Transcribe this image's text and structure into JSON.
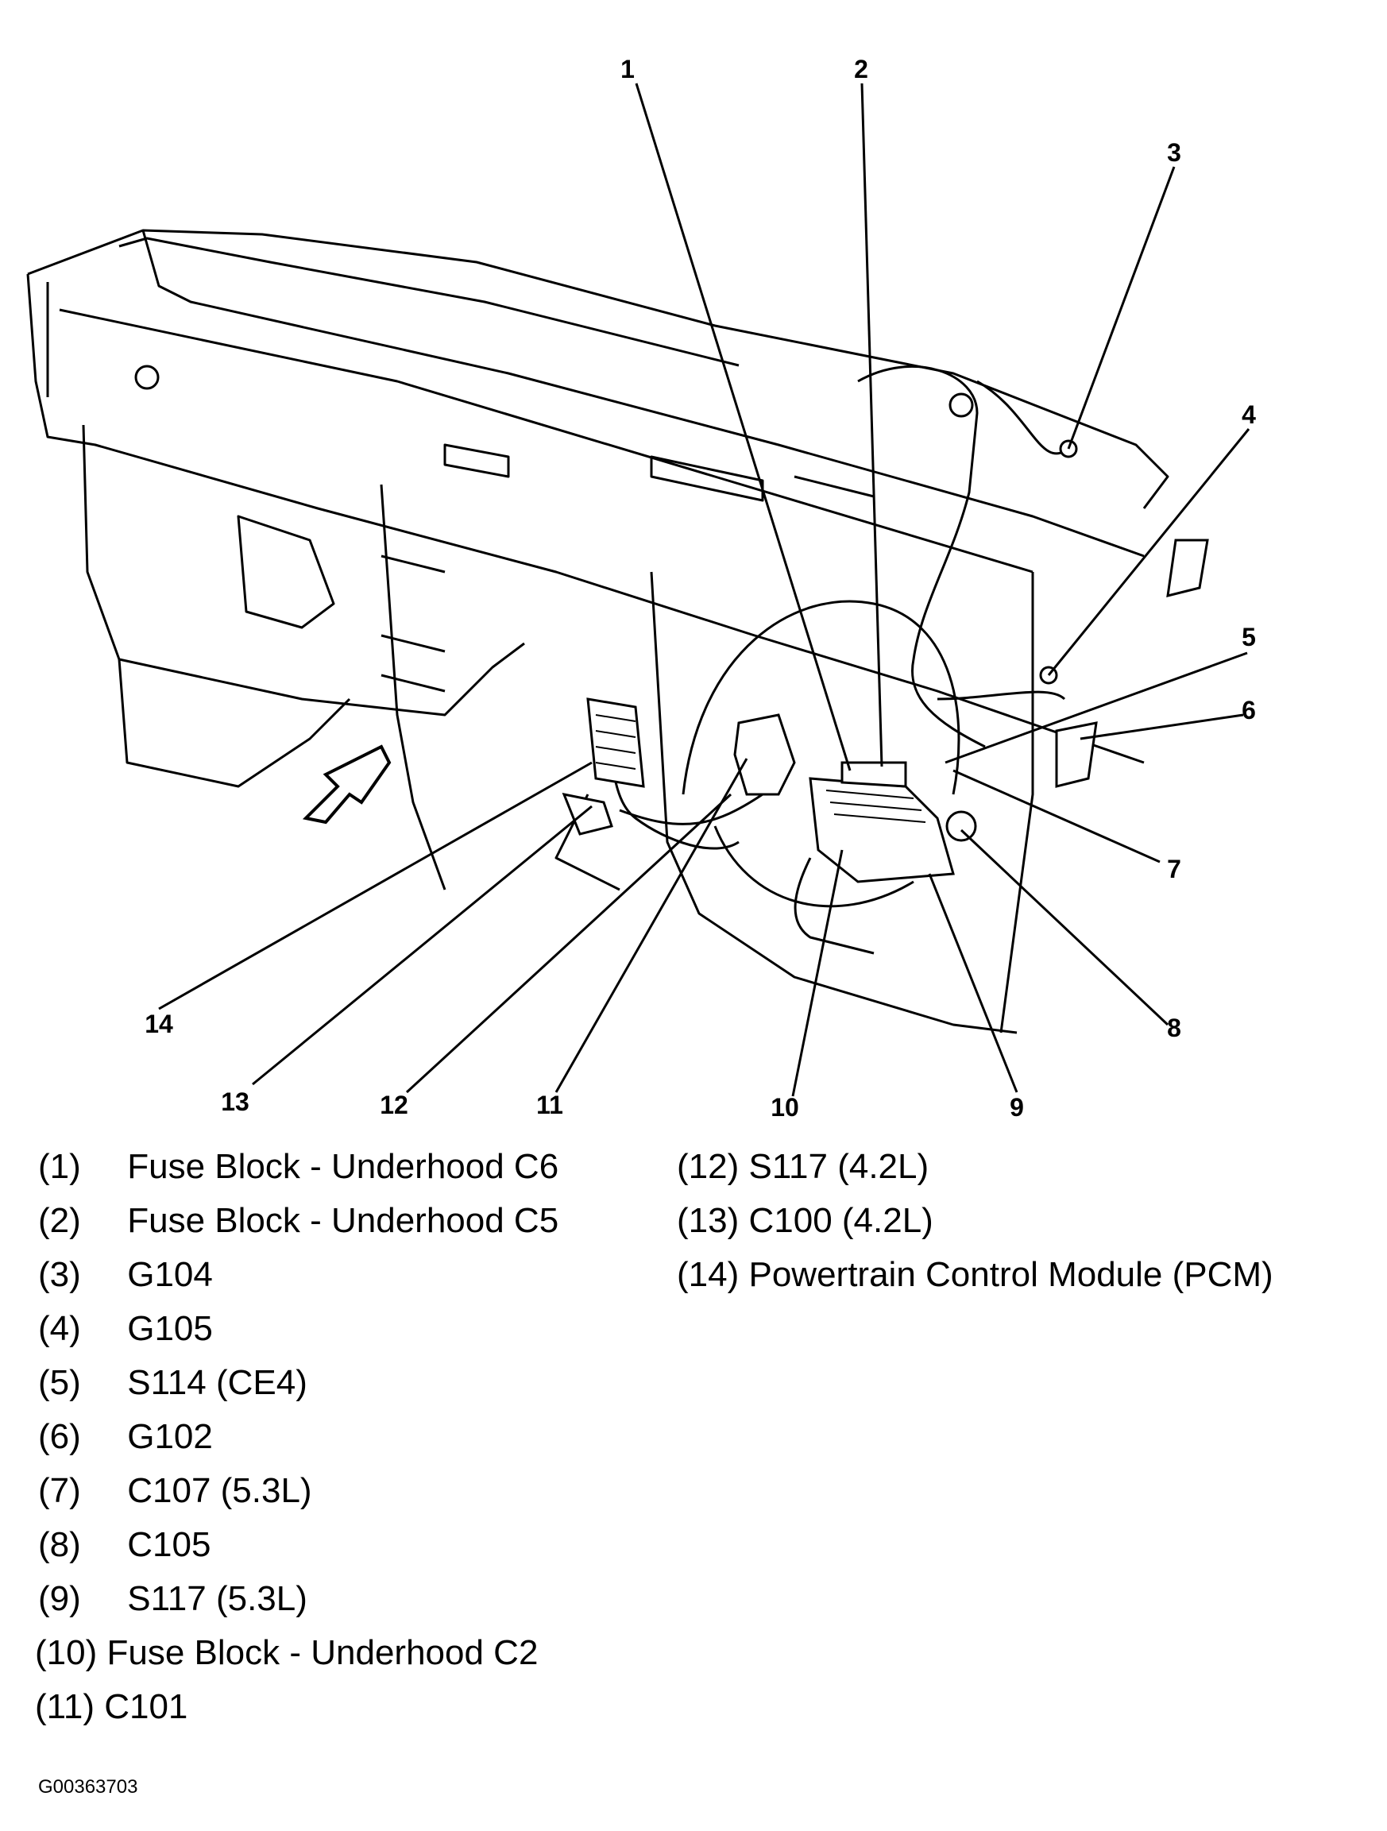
{
  "callouts": [
    "1",
    "2",
    "3",
    "4",
    "5",
    "6",
    "7",
    "8",
    "9",
    "10",
    "11",
    "12",
    "13",
    "14"
  ],
  "legend_left": [
    {
      "num": "(1)",
      "label": "Fuse Block - Underhood C6"
    },
    {
      "num": "(2)",
      "label": "Fuse Block - Underhood C5"
    },
    {
      "num": "(3)",
      "label": "G104"
    },
    {
      "num": "(4)",
      "label": "G105"
    },
    {
      "num": "(5)",
      "label": "S114 (CE4)"
    },
    {
      "num": "(6)",
      "label": "G102"
    },
    {
      "num": "(7)",
      "label": "C107 (5.3L)"
    },
    {
      "num": "(8)",
      "label": "C105"
    },
    {
      "num": "(9)",
      "label": "S117 (5.3L)"
    },
    {
      "num": "(10)",
      "label": "Fuse Block - Underhood C2"
    },
    {
      "num": "(11)",
      "label": "C101"
    }
  ],
  "legend_right": [
    {
      "num": "(12)",
      "label": "S117 (4.2L)"
    },
    {
      "num": "(13)",
      "label": "C100 (4.2L)"
    },
    {
      "num": "(14)",
      "label": "Powertrain Control Module (PCM)"
    }
  ],
  "figure_id": "G00363703"
}
